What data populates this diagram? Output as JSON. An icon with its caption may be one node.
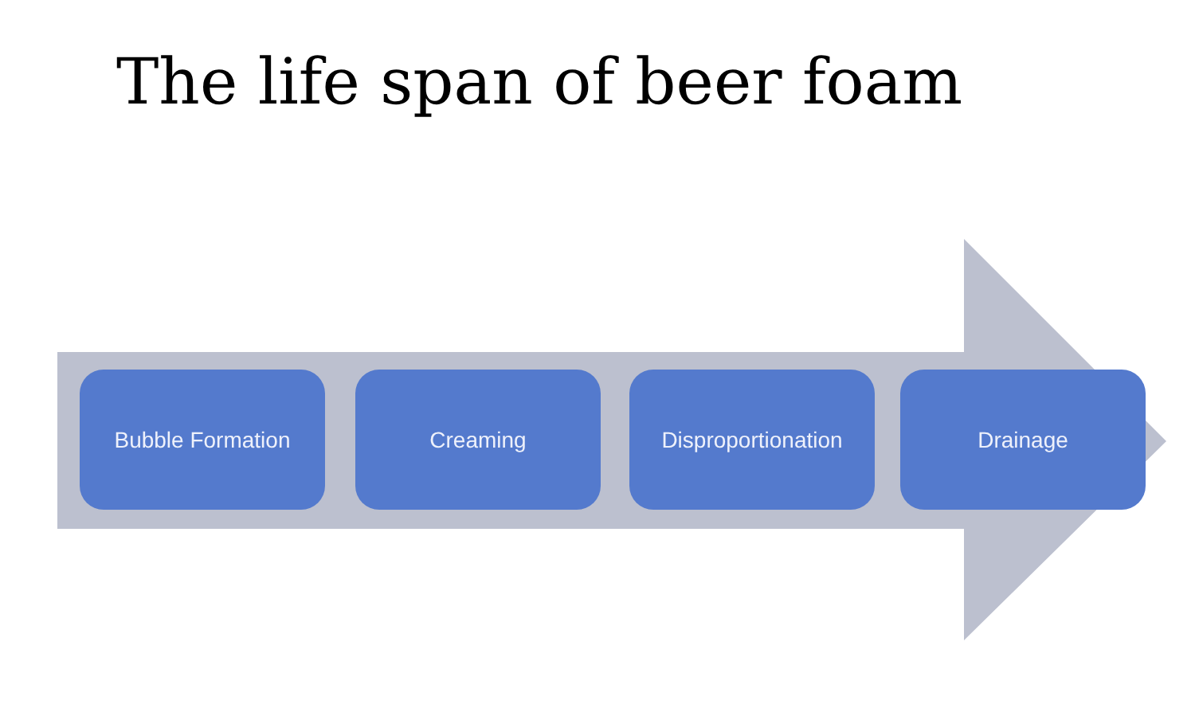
{
  "diagram": {
    "title": "The life span of beer foam",
    "nodes": [
      {
        "text": [
          "Bubble Formation"
        ]
      },
      {
        "text": [
          "Creaming"
        ]
      },
      {
        "text": [
          "Disproportionation"
        ]
      },
      {
        "text": [
          "Drainage"
        ]
      }
    ]
  }
}
